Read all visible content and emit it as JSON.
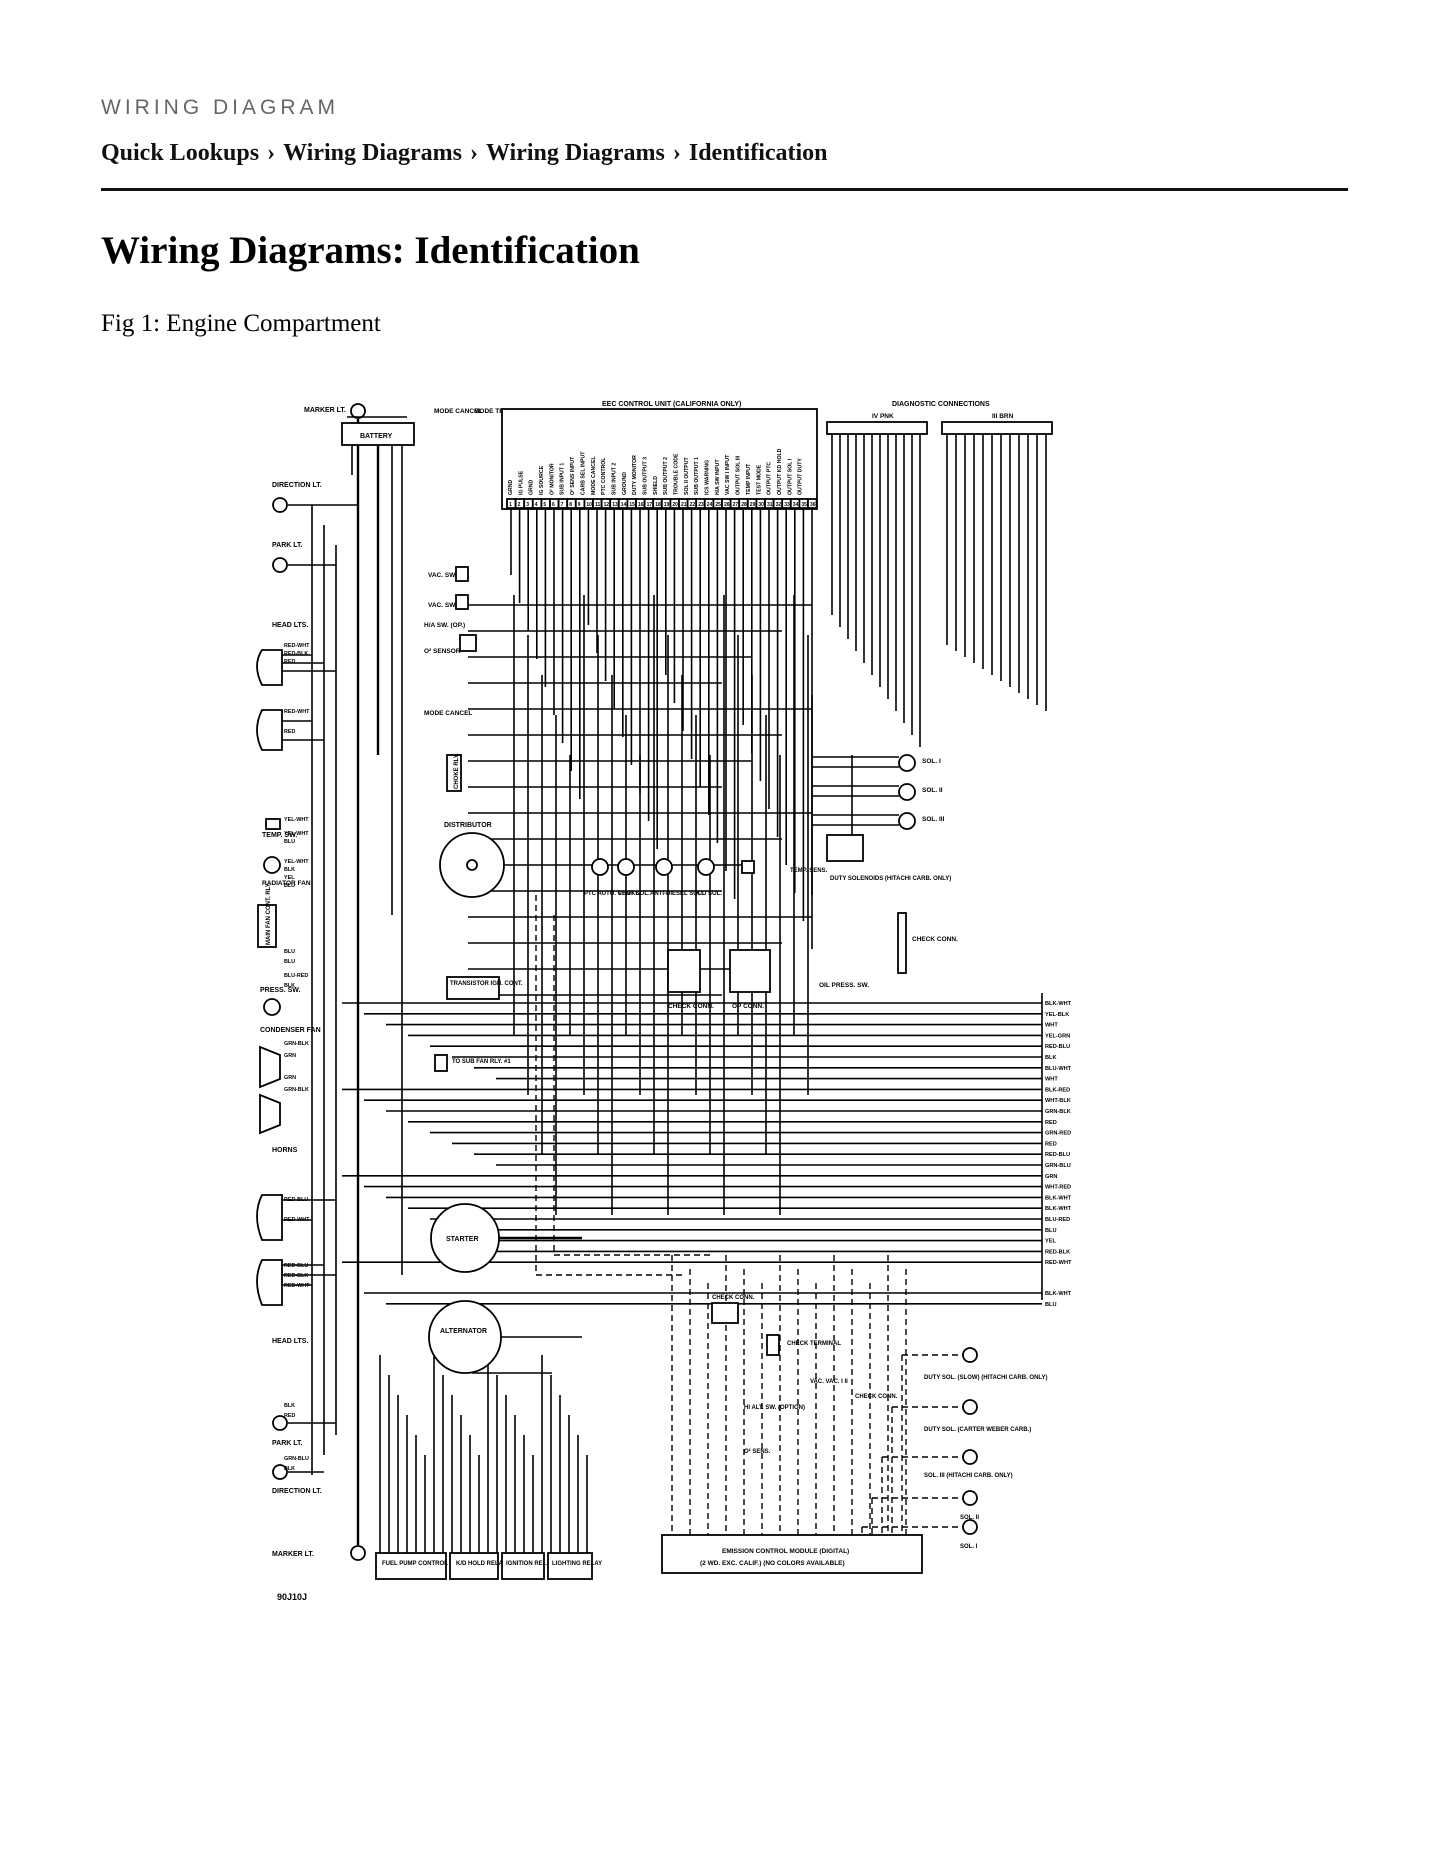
{
  "header": {
    "eyebrow": "WIRING DIAGRAM",
    "breadcrumb": [
      "Quick Lookups",
      "Wiring Diagrams",
      "Wiring Diagrams",
      "Identification"
    ],
    "separator": "›"
  },
  "page": {
    "title": "Wiring Diagrams: Identification",
    "figure_caption": "Fig 1: Engine Compartment"
  },
  "diagram": {
    "battery": "BATTERY",
    "eec_unit": "EEC CONTROL UNIT (CALIFORNIA ONLY)",
    "diagnostic": "DIAGNOSTIC CONNECTIONS",
    "diag_pnk": "IV PNK",
    "diag_brn": "III BRN",
    "mode_cancel": "MODE CANCEL",
    "mode_test": "MODE TEST",
    "marker_lt": "MARKER LT.",
    "direction_lt": "DIRECTION LT.",
    "park_lt": "PARK LT.",
    "head_lts": "HEAD LTS.",
    "temp_sw": "TEMP. SW.",
    "radiator_fan": "RADIATOR FAN",
    "main_fan_cont_rly": "MAIN FAN CONT. RLY.",
    "press_sw": "PRESS. SW.",
    "condenser_fan": "CONDENSER FAN",
    "horns": "HORNS",
    "vac_sw_2": "VAC. SW. II",
    "vac_sw_1": "VAC. SW. I",
    "ha_sw": "H/A SW. (OP.)",
    "o2_sensor": "O² SENSOR",
    "choke_rly": "CHOKE RLY.",
    "distributor": "DISTRIBUTOR",
    "transistor_ign": "TRANSISTOR IGN. CONT.",
    "to_sub_fan": "TO SUB FAN RLY. #1",
    "starter": "STARTER",
    "alternator": "ALTERNATOR",
    "ptc_auto_choke": "PTC AUTO. CHOKE",
    "vent_sol": "VENT SOL.",
    "anti_diesel": "ANTI-DIESEL SOL.",
    "kd_sol": "K/D SOL.",
    "temp_sens": "TEMP. SENS.",
    "duty_solenoids": "DUTY SOLENOIDS (HITACHI CARB. ONLY)",
    "sol_1": "SOL. I",
    "sol_2": "SOL. II",
    "sol_3": "SOL. III",
    "check_conn": "CHECK CONN.",
    "op_conn": "OP CONN.",
    "oil_press_sw": "OIL PRESS. SW.",
    "check_terminal": "CHECK TERMINAL",
    "duty_sol_slow": "DUTY SOL. (SLOW) (HITACHI CARB. ONLY)",
    "duty_sol_carter": "DUTY SOL. (CARTER WEBER CARB.)",
    "sol_3_hitachi": "SOL. III (HITACHI CARB. ONLY)",
    "sol_2b": "SOL. II",
    "sol_1b": "SOL. I",
    "hi_alt_sw": "HI ALT. SW. (OPTION)",
    "vac_vac": "VAC. VAC. I II",
    "o2_sens": "O² SENS.",
    "emission_module": "EMISSION CONTROL MODULE (DIGITAL)",
    "emission_note": "(2 WD. EXC. CALIF.)    (NO COLORS AVAILABLE)",
    "fuel_pump": "FUEL PUMP CONTROL UNIT",
    "kd_hold": "K/D HOLD RELAY",
    "ignition_relay": "IGNITION RELAY",
    "lighting_relay": "LIGHTING RELAY",
    "figure_id": "90J10J",
    "eec_pins": [
      "GRND",
      "IG PULSE",
      "GRND",
      "IG SOURCE",
      "O² MONITOR",
      "SUB INPUT 1",
      "O² SENS INPUT",
      "CARB SEL INPUT",
      "MODE CANCEL",
      "PTC CONTROL",
      "SUB INPUT 2",
      "GROUND",
      "DUTY MONITOR",
      "SUB OUTPUT 3",
      "SHIELD",
      "SUB OUTPUT 2",
      "TROUBLE CODE",
      "SOL II OUTPUT",
      "SUB OUTPUT 1",
      "ICS WARNING",
      "H/A SW INPUT",
      "VAC SW I INPUT",
      "OUTPUT SOL III",
      "TEMP INPUT",
      "TEST MODE",
      "OUTPUT PTC",
      "OUTPUT KD HOLD",
      "OUTPUT SOL I",
      "OUTPUT DUTY"
    ],
    "right_wires": [
      "BLK-WHT",
      "YEL-BLK",
      "WHT",
      "YEL-GRN",
      "RED-BLU",
      "BLK",
      "BLU-WHT",
      "WHT",
      "BLK-RED",
      "WHT-BLK",
      "GRN-BLK",
      "RED",
      "GRN-RED",
      "RED",
      "RED-BLU",
      "GRN-BLU",
      "GRN",
      "WHT-RED",
      "BLK-WHT",
      "BLK-WHT",
      "BLU-RED",
      "BLU",
      "YEL",
      "RED-BLK",
      "RED-WHT",
      "BLK-WHT",
      "BLU"
    ],
    "left_wire_labels": [
      "RED-WHT",
      "RED-BLK",
      "RED",
      "RED-WHT",
      "RED",
      "YEL-WHT",
      "YEL-WHT",
      "BLU",
      "YEL-WHT",
      "BLK",
      "YEL",
      "BLU",
      "BLU",
      "BLU",
      "BLU-RED",
      "BLK",
      "GRN-BLK",
      "GRN",
      "GRN",
      "GRN-BLK",
      "RED-BLU",
      "RED-WHT",
      "RED-BLU",
      "RED-BLK",
      "RED-WHT",
      "BLK",
      "RED",
      "GRN-BLU",
      "BLK"
    ]
  }
}
